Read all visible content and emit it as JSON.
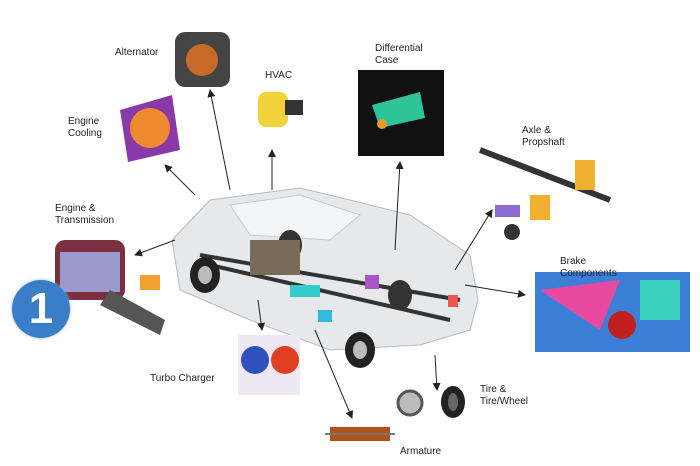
{
  "title_badge": "1",
  "components": {
    "alternator": "Alternator",
    "hvac": "HVAC",
    "engine_cooling": "Engine\nCooling",
    "differential_case": "Differential\nCase",
    "axle_propshaft": "Axle &\nPropshaft",
    "engine_transmission": "Engine &\nTransmission",
    "brake_components": "Brake\nComponents",
    "turbo_charger": "Turbo Charger",
    "tire_wheel": "Tire &\nTire/Wheel",
    "armature": "Armature"
  },
  "colors": {
    "badge": "#3a7ec9",
    "arrow": "#222222"
  }
}
